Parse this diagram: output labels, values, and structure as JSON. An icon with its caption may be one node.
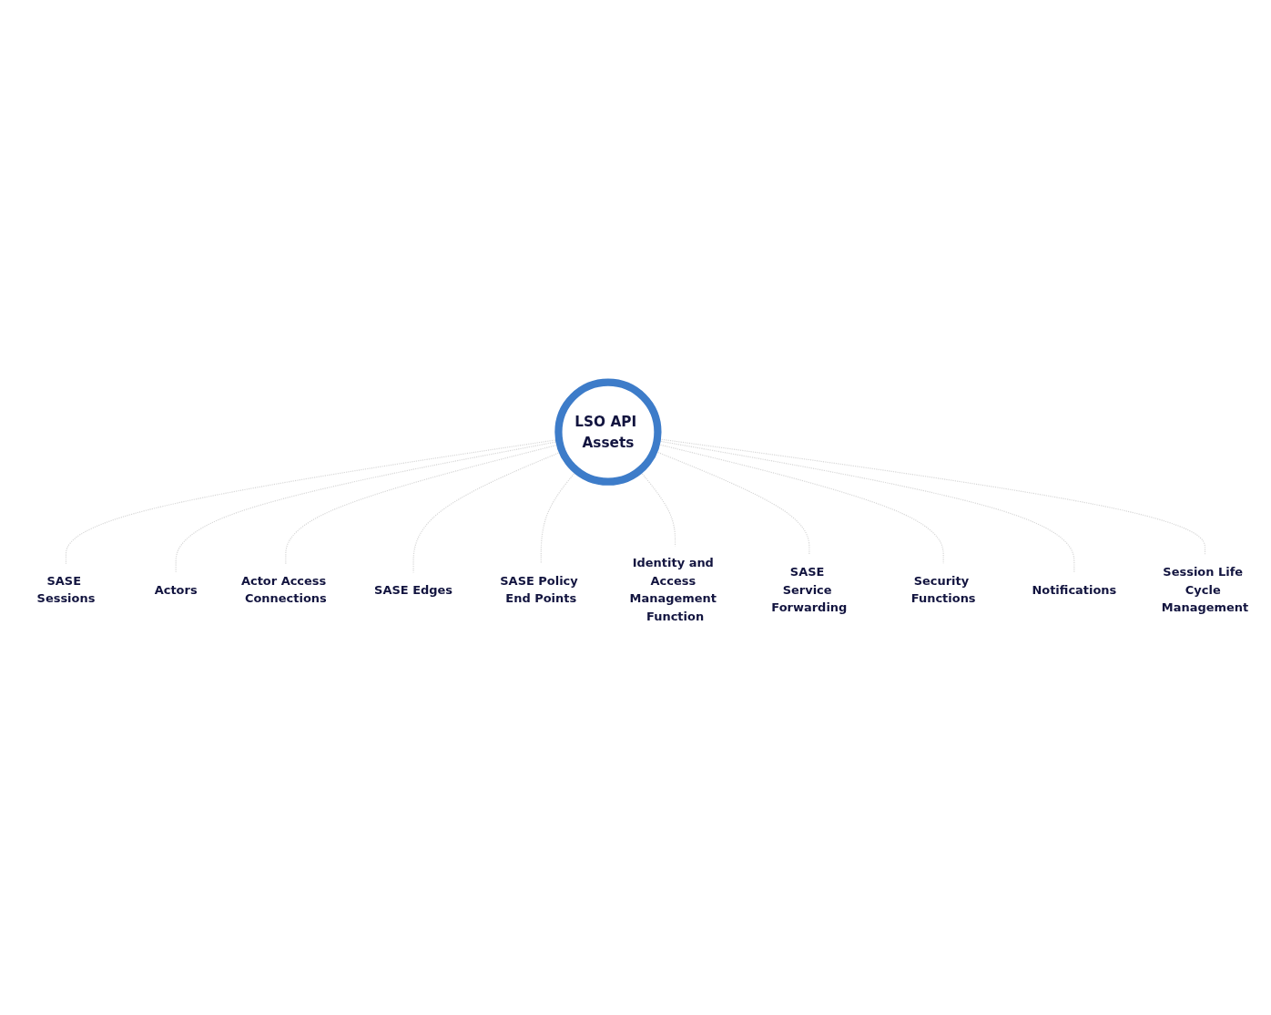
{
  "diagram": {
    "nodes": [
      {
        "text": [
          "LSO API Assets"
        ]
      },
      {
        "text": [
          "SASE Sessions"
        ]
      },
      {
        "text": [
          "Actors"
        ]
      },
      {
        "text": [
          "Actor Access Connections"
        ]
      },
      {
        "text": [
          "SASE Edges"
        ]
      },
      {
        "text": [
          "SASE Policy End Points"
        ]
      },
      {
        "text": [
          "Identity and Access Management Function"
        ]
      },
      {
        "text": [
          "SASE Service Forwarding"
        ]
      },
      {
        "text": [
          "Security Functions"
        ]
      },
      {
        "text": [
          "Notifications"
        ]
      },
      {
        "text": [
          "Session Life Cycle Management"
        ]
      }
    ],
    "edges": [
      {
        "from": 0,
        "to": 1,
        "arrow": "none",
        "style": "dashed"
      },
      {
        "from": 0,
        "to": 2,
        "arrow": "none",
        "style": "dashed"
      },
      {
        "from": 0,
        "to": 3,
        "arrow": "none",
        "style": "dashed"
      },
      {
        "from": 0,
        "to": 4,
        "arrow": "none",
        "style": "dashed"
      },
      {
        "from": 0,
        "to": 5,
        "arrow": "none",
        "style": "dashed"
      },
      {
        "from": 0,
        "to": 6,
        "arrow": "none",
        "style": "dashed"
      },
      {
        "from": 0,
        "to": 7,
        "arrow": "none",
        "style": "dashed"
      },
      {
        "from": 0,
        "to": 8,
        "arrow": "none",
        "style": "dashed"
      },
      {
        "from": 0,
        "to": 9,
        "arrow": "none",
        "style": "dashed"
      },
      {
        "from": 0,
        "to": 10,
        "arrow": "none",
        "style": "dashed"
      }
    ]
  }
}
